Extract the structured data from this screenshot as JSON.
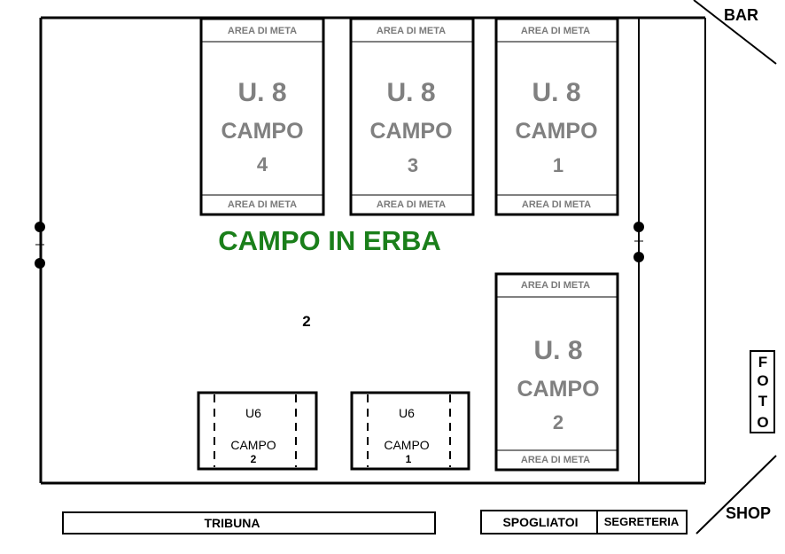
{
  "labels": {
    "bar": "BAR",
    "shop": "SHOP",
    "foto": [
      "F",
      "O",
      "T",
      "O"
    ],
    "grass_field": "CAMPO IN ERBA",
    "field_number": "2",
    "tribuna": "TRIBUNA",
    "spogliatoi": "SPOGLIATOI",
    "segreteria": "SEGRETERIA"
  },
  "u8_fields": [
    {
      "meta_top": "AREA DI META",
      "title": "U. 8",
      "campo": "CAMPO",
      "number": "4",
      "meta_bottom": "AREA DI META"
    },
    {
      "meta_top": "AREA DI META",
      "title": "U. 8",
      "campo": "CAMPO",
      "number": "3",
      "meta_bottom": "AREA DI META"
    },
    {
      "meta_top": "AREA DI META",
      "title": "U. 8",
      "campo": "CAMPO",
      "number": "1",
      "meta_bottom": "AREA DI META"
    },
    {
      "meta_top": "AREA DI META",
      "title": "U. 8",
      "campo": "CAMPO",
      "number": "2",
      "meta_bottom": "AREA DI META"
    }
  ],
  "u6_fields": [
    {
      "title": "U6",
      "campo": "CAMPO",
      "number": "2"
    },
    {
      "title": "U6",
      "campo": "CAMPO",
      "number": "1"
    }
  ],
  "colors": {
    "grass_label": "#1a7f1a",
    "field_text": "#808080",
    "lines": "#000000"
  }
}
